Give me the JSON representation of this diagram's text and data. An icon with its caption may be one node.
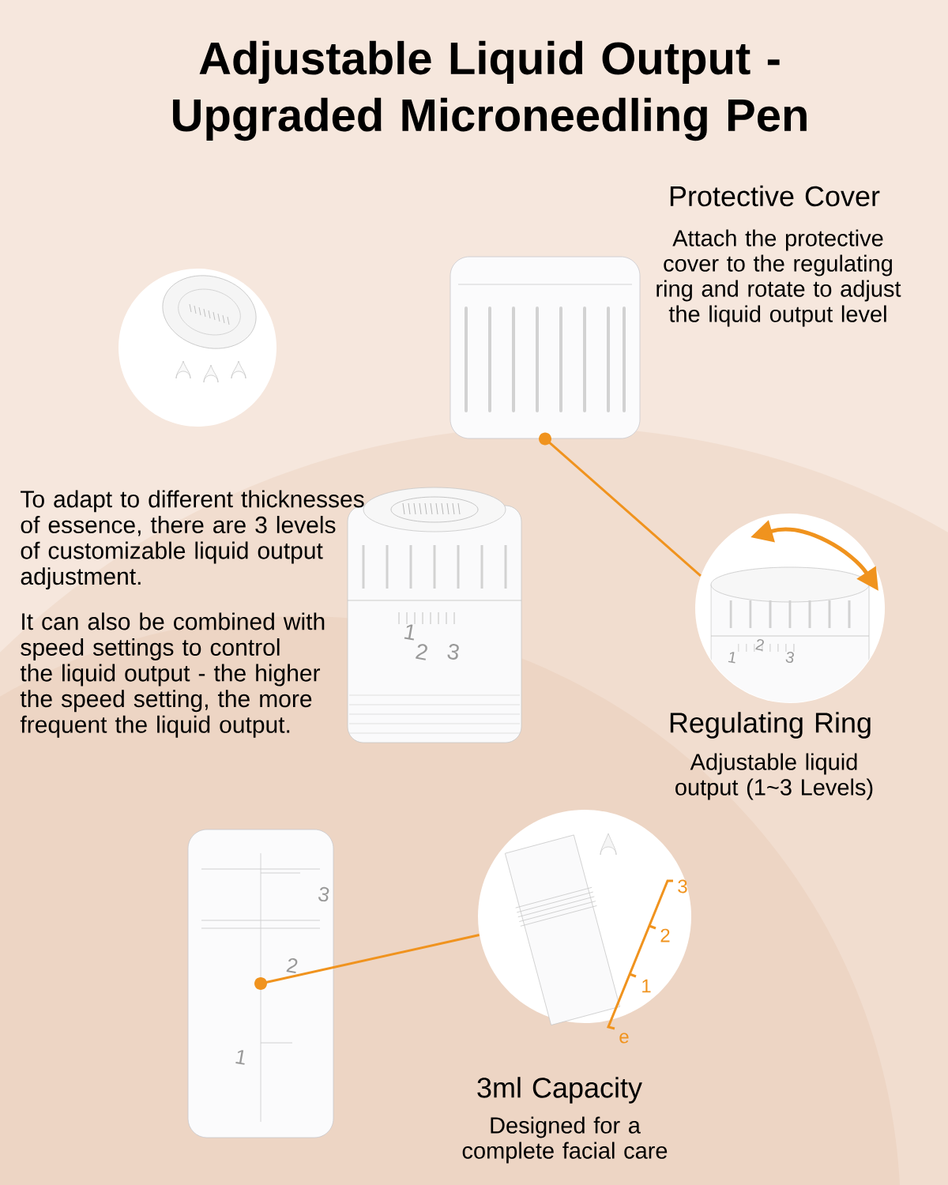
{
  "diagram": {
    "title": "Adjustable Liquid Output - Upgraded Microneedling Pen",
    "nodes": [
      {
        "text": [],
        "shape": "picture"
      },
      {
        "text": [],
        "shape": "circle"
      },
      {
        "text": [],
        "shape": "picture"
      },
      {
        "text": [],
        "shape": "circle"
      }
    ],
    "edges": [
      {
        "from": 0,
        "to": 1,
        "arrow": "other"
      },
      {
        "from": 2,
        "to": 3,
        "arrow": "other"
      }
    ],
    "labels": [
      "Protective Cover",
      "Attach the protective cover to the regulating ring and rotate to adjust the liquid output level",
      "To adapt to different thicknesses of essence, there are 3 levels of customizable liquid output adjustment.",
      "It can also be combined with speed settings to control the liquid output - the higher the speed setting, the more frequent the liquid output.",
      "1",
      "2",
      "3",
      "1",
      "2",
      "3",
      "Regulating Ring",
      "Adjustable liquid output (1~3 Levels)",
      "3",
      "3",
      "2",
      "1",
      "e",
      "2",
      "1",
      "3ml Capacity",
      "Designed for a complete facial care"
    ]
  }
}
